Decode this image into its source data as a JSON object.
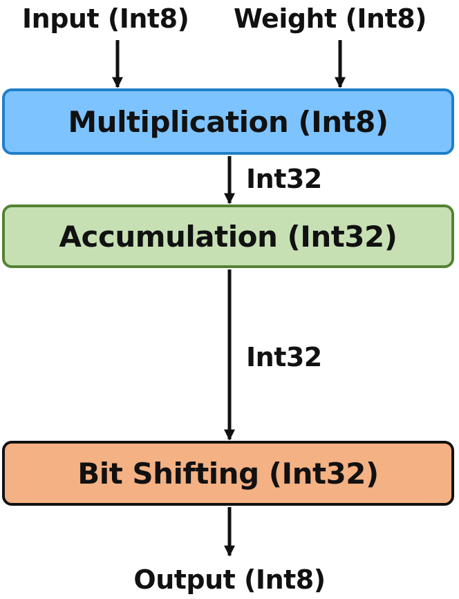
{
  "inputs": {
    "input_label": "Input (Int8)",
    "weight_label": "Weight (Int8)"
  },
  "stages": [
    {
      "label": "Multiplication (Int8)",
      "fill": "#7DC3FF",
      "border": "#1F7FC8"
    },
    {
      "label": "Accumulation (Int32)",
      "fill": "#C6E0B4",
      "border": "#548235"
    },
    {
      "label": "Bit Shifting (Int32)",
      "fill": "#F4B183",
      "border": "#111111"
    }
  ],
  "edges": {
    "mult_to_accum": "Int32",
    "accum_to_shift": "Int32"
  },
  "output_label": "Output (Int8)",
  "colors": {
    "arrow": "#111111",
    "text": "#111111"
  }
}
